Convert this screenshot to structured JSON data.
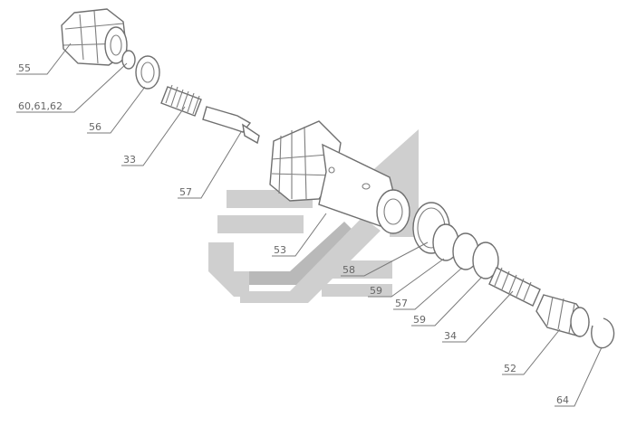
{
  "diagram": {
    "type": "exploded-parts-view",
    "watermark": "logo",
    "callouts": [
      {
        "id": "c55",
        "label": "55"
      },
      {
        "id": "c60",
        "label": "60,61,62"
      },
      {
        "id": "c56",
        "label": "56"
      },
      {
        "id": "c33",
        "label": "33"
      },
      {
        "id": "c57a",
        "label": "57"
      },
      {
        "id": "c53",
        "label": "53"
      },
      {
        "id": "c58",
        "label": "58"
      },
      {
        "id": "c59a",
        "label": "59"
      },
      {
        "id": "c57b",
        "label": "57"
      },
      {
        "id": "c59b",
        "label": "59"
      },
      {
        "id": "c34",
        "label": "34"
      },
      {
        "id": "c52",
        "label": "52"
      },
      {
        "id": "c64",
        "label": "64"
      }
    ]
  },
  "colors": {
    "line": "#6f6f6f",
    "watermark": "#cfcfcf"
  }
}
